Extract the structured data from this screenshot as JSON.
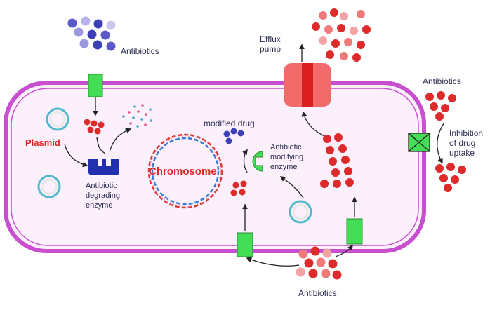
{
  "labels": {
    "antibiotics_top_left": "Antibiotics",
    "efflux_pump": [
      "Efflux",
      "pump"
    ],
    "antibiotics_right": "Antibiotics",
    "inhibition": [
      "Inhibition",
      "of drug",
      "uptake"
    ],
    "plasmid": "Plasmid",
    "chromosome": "Chromosome",
    "modified_drug": "modified drug",
    "modifying_enzyme": [
      "Antibiotic",
      "modifying",
      "enzyme"
    ],
    "degrading_enzyme": [
      "Antibiotic",
      "degrading",
      "enzyme"
    ],
    "antibiotics_bottom": "Antibiotics"
  },
  "colors": {
    "membrane": "#c84fd0",
    "cell_fill": "#fbf0fb",
    "channel": "#44dd55",
    "drug_red": "#dd2a2a",
    "drug_pink": "#f07a7a",
    "drug_blue": "#3c3fb5",
    "drug_lavender": "#b7b3ea",
    "enzyme_blue": "#2230b0",
    "label_red": "#e02424",
    "dna_red": "#e23a3a",
    "dna_blue": "#3a7bd5",
    "plasmid_cyan": "#52b8cc"
  },
  "icons": [
    "antibiotic-molecule",
    "membrane-channel",
    "efflux-pump",
    "blocked-porin",
    "degrading-enzyme",
    "modifying-enzyme",
    "plasmid",
    "chromosome"
  ]
}
